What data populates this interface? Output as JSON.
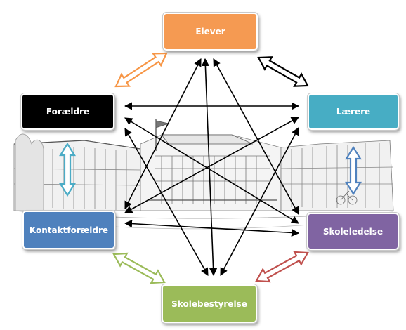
{
  "nodes": [
    {
      "id": "elever",
      "label": "Elever",
      "color": "#f59a52"
    },
    {
      "id": "laerere",
      "label": "Lærere",
      "color": "#47adc4"
    },
    {
      "id": "skoleledelse",
      "label": "Skoleledelse",
      "color": "#8064a2"
    },
    {
      "id": "skolebestyrelse",
      "label": "Skolebestyrelse",
      "color": "#9bbb59"
    },
    {
      "id": "kontaktforaeldre",
      "label": "Kontaktforældre",
      "color": "#4f81bd"
    },
    {
      "id": "foraeldre",
      "label": "Forældre",
      "color": "#000000"
    }
  ],
  "adjacent_links": [
    {
      "from": "foraeldre",
      "to": "elever",
      "color": "#f79646"
    },
    {
      "from": "elever",
      "to": "laerere",
      "color": "#000000"
    },
    {
      "from": "laerere",
      "to": "skoleledelse",
      "color": "#4f81bd"
    },
    {
      "from": "skoleledelse",
      "to": "skolebestyrelse",
      "color": "#c0504d"
    },
    {
      "from": "skolebestyrelse",
      "to": "kontaktforaeldre",
      "color": "#9bbb59"
    },
    {
      "from": "kontaktforaeldre",
      "to": "foraeldre",
      "color": "#4bacc6"
    }
  ],
  "cross_links": [
    {
      "from": "foraeldre",
      "to": "laerere"
    },
    {
      "from": "foraeldre",
      "to": "skoleledelse"
    },
    {
      "from": "foraeldre",
      "to": "skolebestyrelse"
    },
    {
      "from": "kontaktforaeldre",
      "to": "laerere"
    },
    {
      "from": "kontaktforaeldre",
      "to": "skoleledelse"
    },
    {
      "from": "kontaktforaeldre",
      "to": "elever"
    },
    {
      "from": "elever",
      "to": "skolebestyrelse"
    },
    {
      "from": "elever",
      "to": "skoleledelse"
    },
    {
      "from": "laerere",
      "to": "skolebestyrelse"
    }
  ],
  "background": {
    "description_icon": "school-building-sketch"
  }
}
